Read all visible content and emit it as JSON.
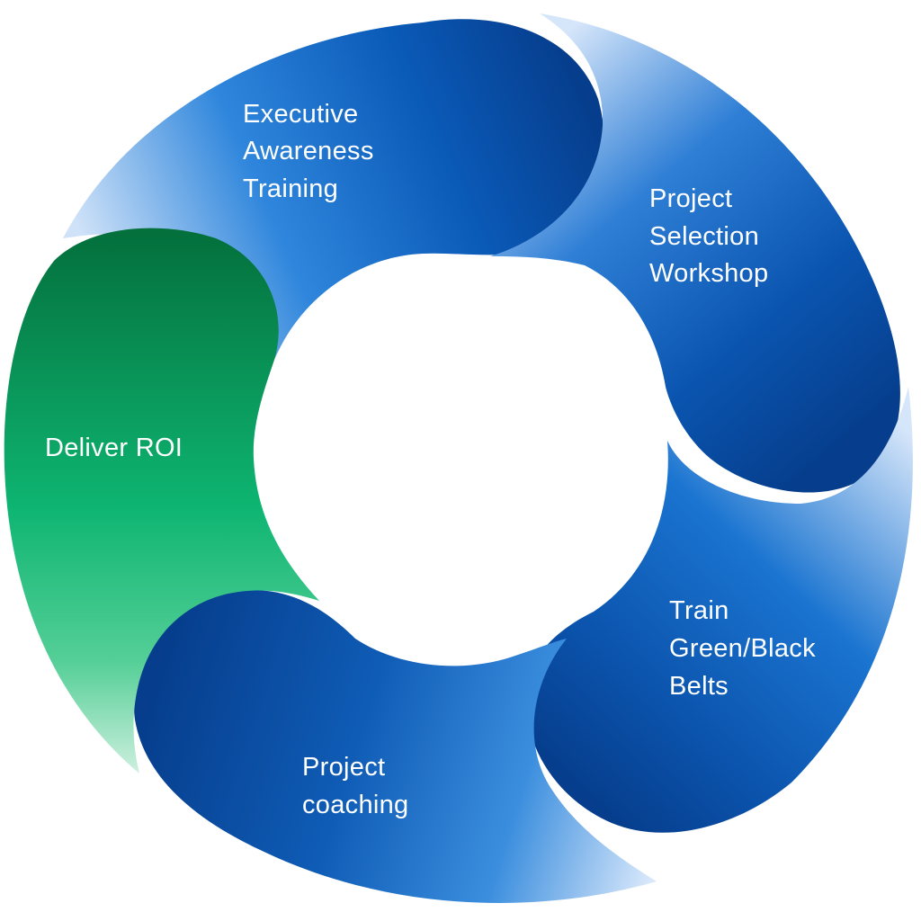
{
  "diagram": {
    "type": "cycle",
    "segments": [
      {
        "id": "executive",
        "lines": [
          "Executive",
          "Awareness",
          "Training"
        ],
        "dark": "#063d8c",
        "light": "#cfe2f8"
      },
      {
        "id": "project-selection",
        "lines": [
          "Project",
          "Selection",
          "Workshop"
        ],
        "dark": "#063d8c",
        "light": "#d6e6fa"
      },
      {
        "id": "train-belts",
        "lines": [
          "Train",
          "Green/Black",
          "Belts"
        ],
        "dark": "#063d8c",
        "light": "#d6e6fa"
      },
      {
        "id": "project-coaching",
        "lines": [
          "Project",
          "coaching"
        ],
        "dark": "#063d8c",
        "light": "#d9e8fb"
      },
      {
        "id": "deliver-roi",
        "lines": [
          "Deliver ROI"
        ],
        "dark": "#04703c",
        "light": "#d7f2e4"
      }
    ]
  }
}
